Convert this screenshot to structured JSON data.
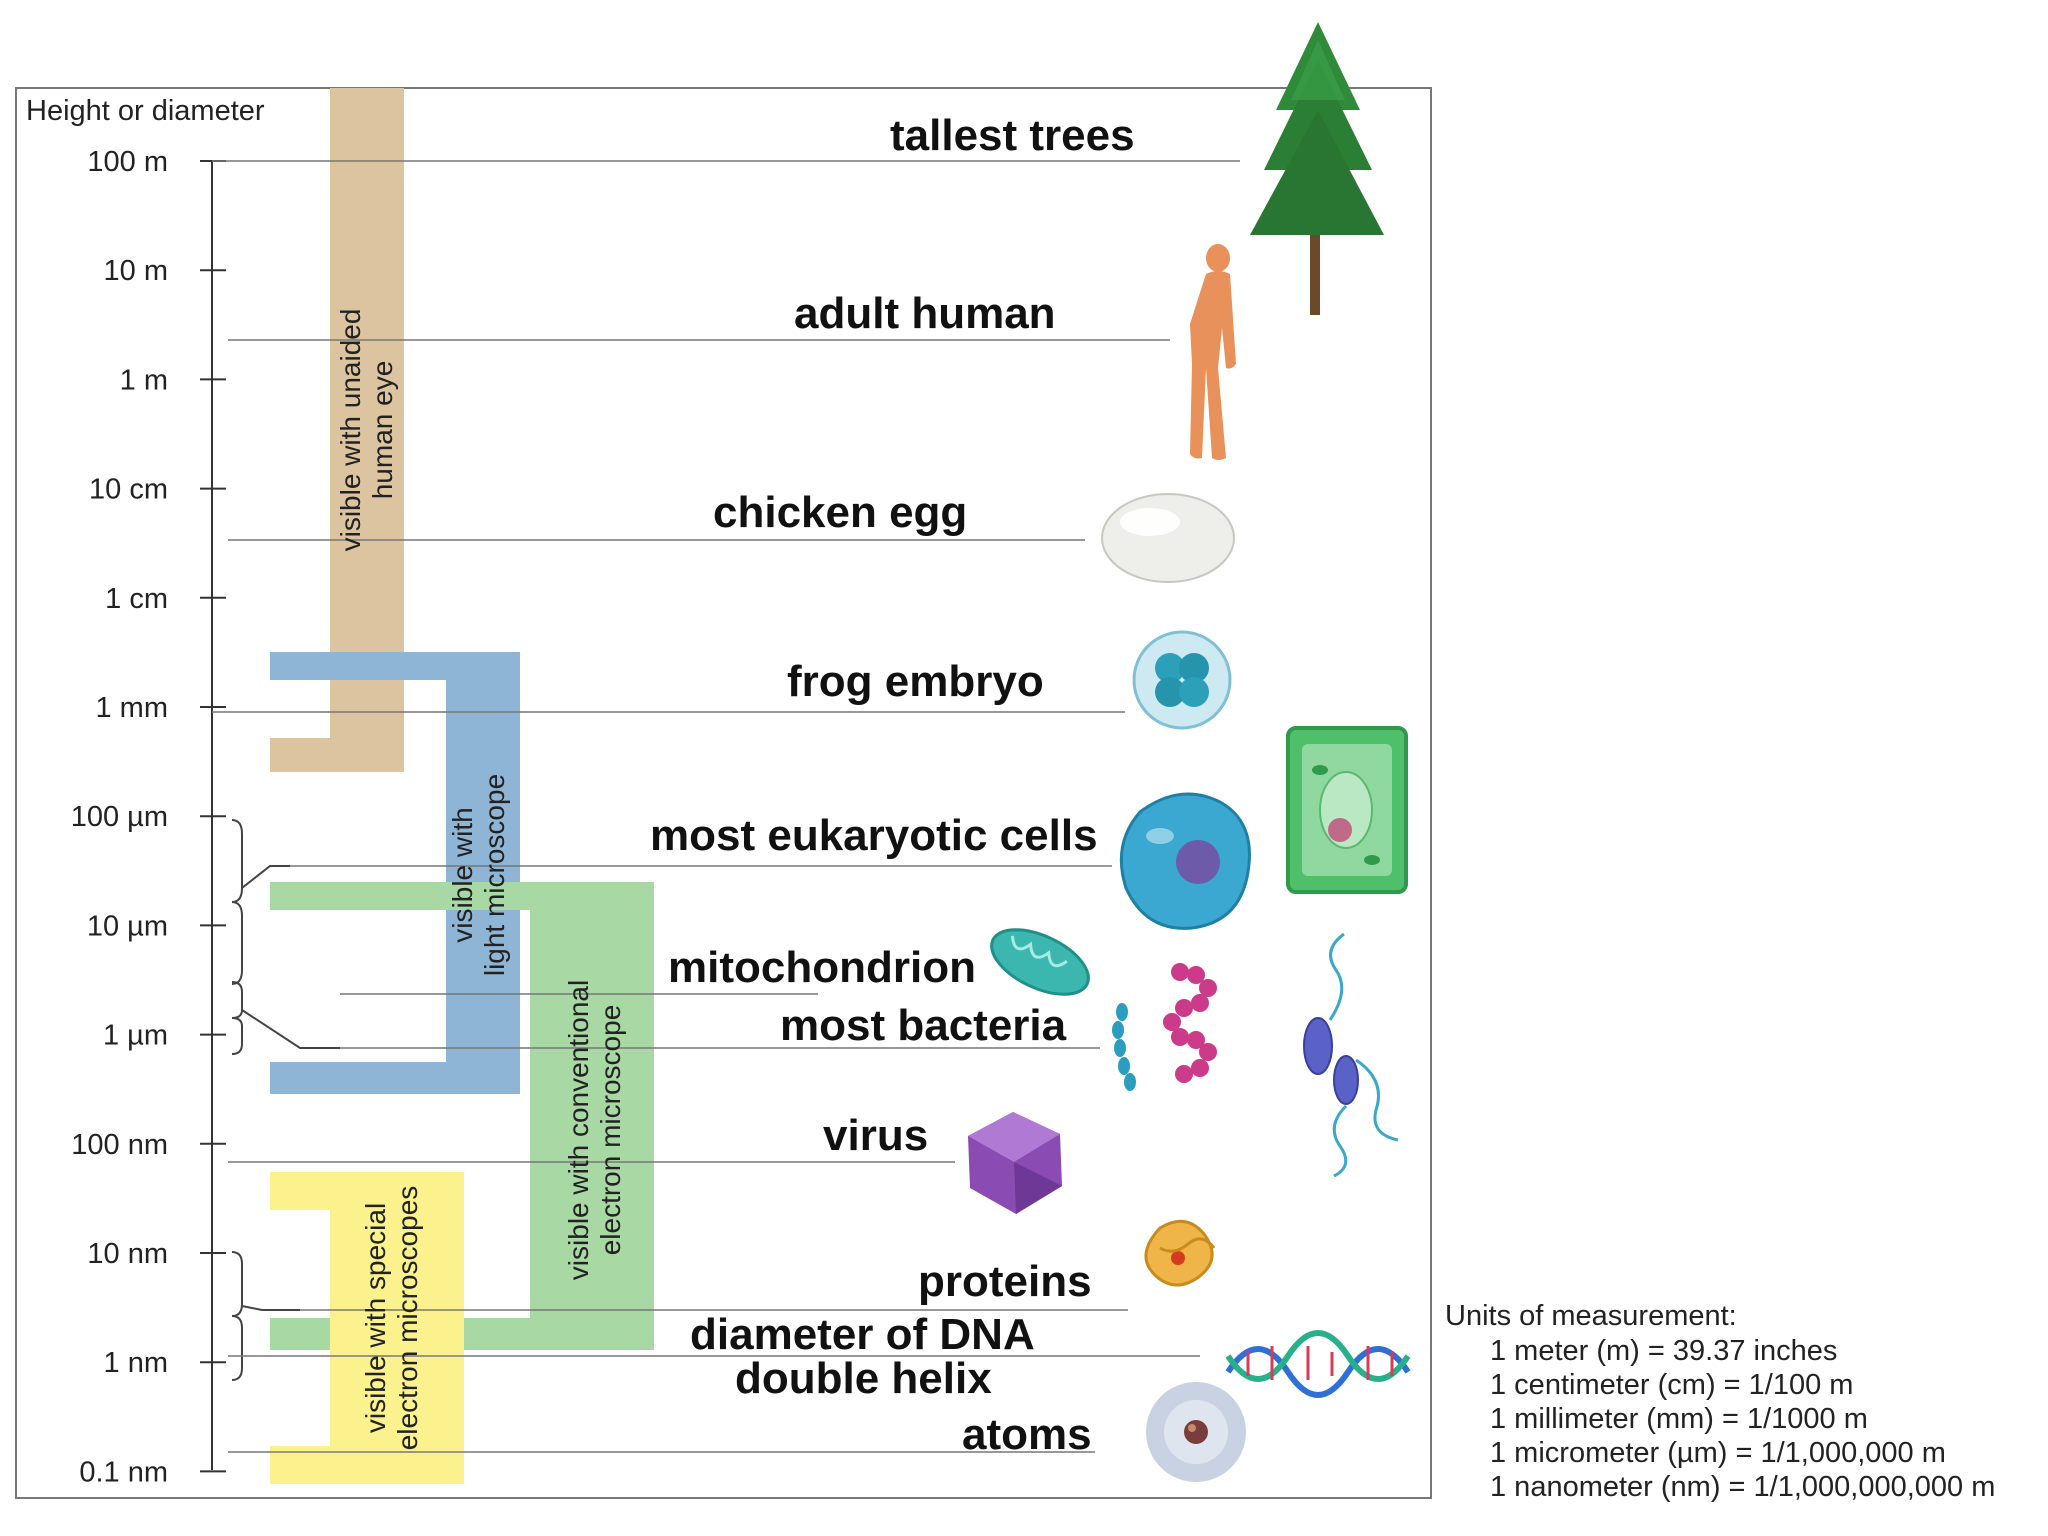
{
  "axis": {
    "title": "Height or diameter",
    "ticks": [
      "100 m",
      "10 m",
      "1 m",
      "10 cm",
      "1 cm",
      "1 mm",
      "100  µm",
      "10  µm",
      "1  µm",
      "100 nm",
      "10 nm",
      "1 nm",
      "0.1 nm"
    ]
  },
  "ranges": {
    "eye": "visible with unaided|human eye",
    "light": "visible with|light microscope",
    "conventional": "visible with conventional|electron microscope",
    "special": "visible with special|electron microscopes"
  },
  "labels": {
    "tallest_trees": "tallest trees",
    "adult_human": "adult human",
    "chicken_egg": "chicken egg",
    "frog_embryo": "frog embryo",
    "eukaryotic": "most eukaryotic cells",
    "mitochondrion": "mitochondrion",
    "bacteria": "most bacteria",
    "virus": "virus",
    "proteins": "proteins",
    "dna_1": "diameter of DNA",
    "dna_2": "double helix",
    "atoms": "atoms"
  },
  "units": {
    "title": "Units of measurement:",
    "lines": [
      "1 meter (m) = 39.37 inches",
      "1 centimeter (cm) = 1/100 m",
      "1 millimeter (mm) = 1/1000 m",
      "1 micrometer (µm) = 1/1,000,000 m",
      "1 nanometer (nm) = 1/1,000,000,000 m"
    ]
  },
  "colors": {
    "eye": "#dcc4a0",
    "light": "#8fb5d6",
    "conventional": "#a8d8a4",
    "special": "#fbf28e"
  },
  "icons": [
    "tree-icon",
    "human-icon",
    "egg-icon",
    "frog-embryo-icon",
    "animal-cell-icon",
    "plant-cell-icon",
    "mitochondrion-icon",
    "bacteria-icon",
    "virus-icon",
    "protein-icon",
    "dna-icon",
    "atom-icon"
  ]
}
